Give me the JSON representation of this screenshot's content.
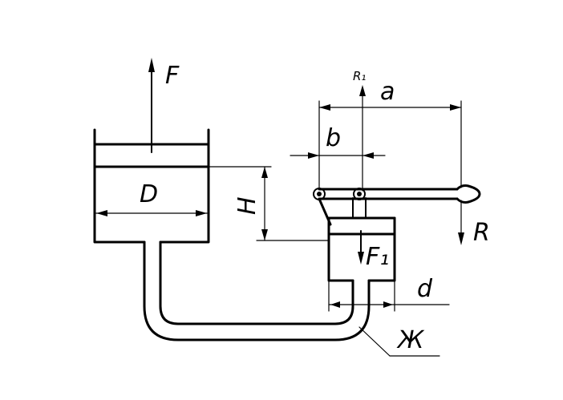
{
  "labels": {
    "force_main": "F",
    "force_reaction": "R",
    "force_pivot": "R₁",
    "force_small": "F₁",
    "diameter_large": "D",
    "diameter_small": "d",
    "height": "H",
    "arm_long": "a",
    "arm_short": "b",
    "liquid": "Ж"
  },
  "colors": {
    "line": "#000000",
    "background": "#ffffff"
  }
}
